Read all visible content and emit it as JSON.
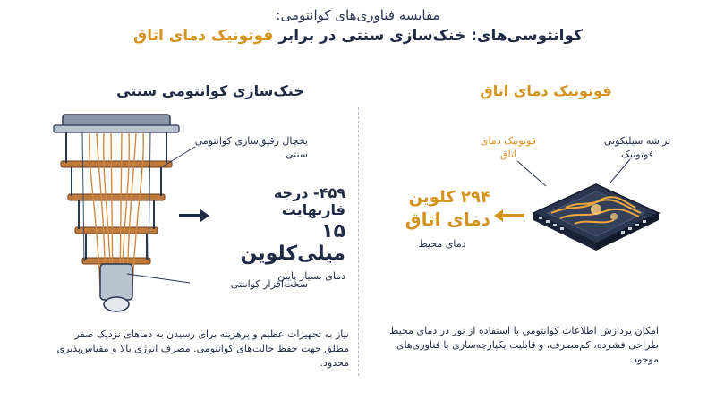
{
  "header": {
    "subtitle": "مقایسه فناوری‌های کوانتومی:",
    "title_prefix": "کوانتوسی‌های: خنک‌سازی سنتی در برابر",
    "title_highlight": "فوتونیک دمای اتاق"
  },
  "left": {
    "heading": "خنک‌سازی کوانتومی سنتی",
    "label_fridge": "یخچال رقیق‌سازی کوانتومی سنتی",
    "temp_f": "۴۵۹- درجه فارنهایت",
    "temp_mk": "۱۵ میلی‌کلوین",
    "temp_caption": "دمای بسیار پایین",
    "label_hardware": "سخت‌افزار کوانتتی",
    "description": "نیاز به تجهیزات عظیم و پرهزینه برای رسیدن به دماهای نزدیک صفر مطلق جهت حفظ حالت‌های کوانتومی. مصرف انرژی بالا و مقیاس‌پذیری محدود."
  },
  "right": {
    "heading": "فوتونیک دمای اتاق",
    "label_room": "فوتونیک دمای اتاق",
    "label_chip": "تراشه سیلیکونی فوتونیک",
    "temp_k": "۲۹۴ کلوین",
    "temp_room": "دمای اتاق",
    "temp_caption": "دمای محیط",
    "description": "امکان پردازش اطلاعات کوانتومی با استفاده از نور در دمای محیط. طراحی فشرده، کم‌مصرف، و قابلیت یکپارچه‌سازی با فناوری‌های موجود."
  },
  "colors": {
    "navy": "#1f2a44",
    "gold": "#d4931f",
    "copper": "#c07a3c"
  }
}
